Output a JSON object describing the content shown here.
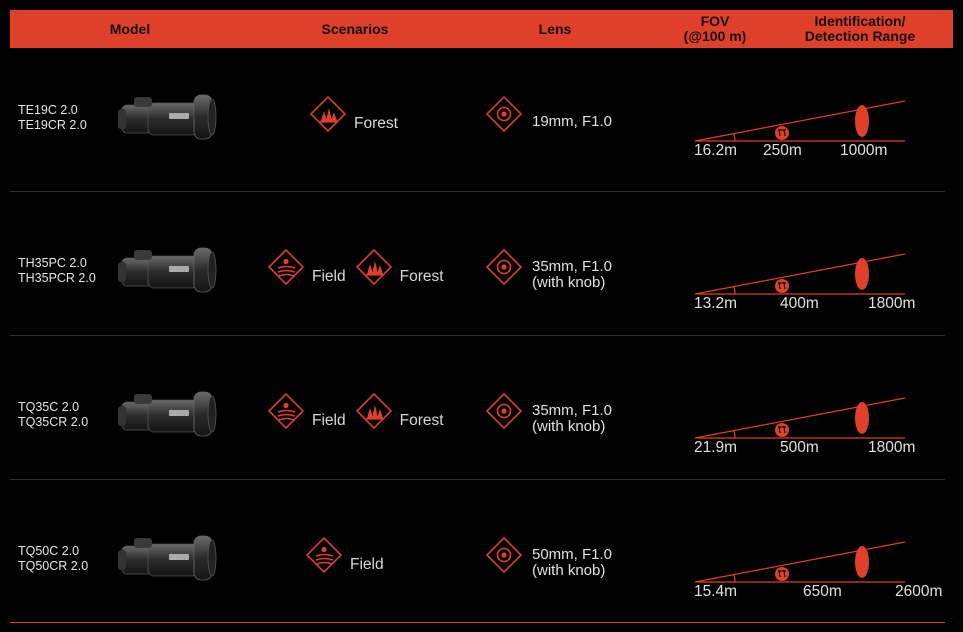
{
  "header": {
    "model": "Model",
    "scenarios": "Scenarios",
    "lens": "Lens",
    "fov_line1": "FOV",
    "fov_line2": "(@100 m)",
    "range_line1": "Identification/",
    "range_line2": "Detection Range"
  },
  "colors": {
    "accent": "#e0402a",
    "background": "#000000"
  },
  "rows": [
    {
      "models": [
        "TE19C 2.0",
        "TE19CR 2.0"
      ],
      "scenarios": [
        {
          "icon": "forest-icon",
          "label": "Forest"
        }
      ],
      "lens_line1": "19mm, F1.0",
      "lens_line2": "",
      "fov": "16.2m",
      "identification": "250m",
      "detection": "1000m"
    },
    {
      "models": [
        "TH35PC 2.0",
        "TH35PCR 2.0"
      ],
      "scenarios": [
        {
          "icon": "field-icon",
          "label": "Field"
        },
        {
          "icon": "forest-icon",
          "label": "Forest"
        }
      ],
      "lens_line1": "35mm, F1.0",
      "lens_line2": "(with knob)",
      "fov": "13.2m",
      "identification": "400m",
      "detection": "1800m"
    },
    {
      "models": [
        "TQ35C 2.0",
        "TQ35CR 2.0"
      ],
      "scenarios": [
        {
          "icon": "field-icon",
          "label": "Field"
        },
        {
          "icon": "forest-icon",
          "label": "Forest"
        }
      ],
      "lens_line1": "35mm, F1.0",
      "lens_line2": "(with knob)",
      "fov": "21.9m",
      "identification": "500m",
      "detection": "1800m"
    },
    {
      "models": [
        "TQ50C 2.0",
        "TQ50CR 2.0"
      ],
      "scenarios": [
        {
          "icon": "field-icon",
          "label": "Field"
        }
      ],
      "lens_line1": "50mm, F1.0",
      "lens_line2": "(with knob)",
      "fov": "15.4m",
      "identification": "650m",
      "detection": "2600m"
    }
  ]
}
